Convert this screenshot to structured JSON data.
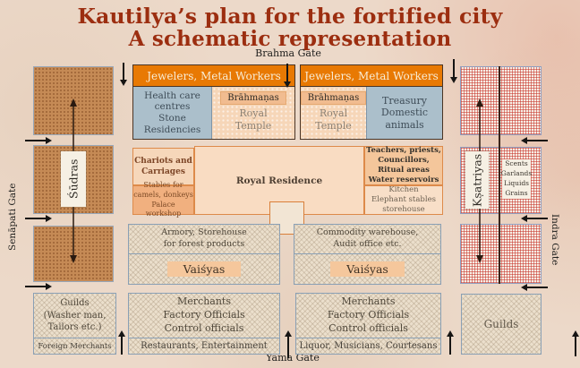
{
  "title": {
    "line1": "Kautilya’s plan for the fortified city",
    "line2": "A schematic representation"
  },
  "gates": {
    "north": "Brahma Gate",
    "south": "Yama Gate",
    "west": "Senāpati Gate",
    "east": "Indra Gate"
  },
  "west_quarter": {
    "label": "Śūdras"
  },
  "east_quarter": {
    "label": "Kṣatriyas",
    "shops": "Scents\nGarlands\nLiquids\nGrains"
  },
  "north_west_block": {
    "header": "Jewelers, Metal Workers",
    "health": "Health care\ncentres\nStone\nResidencies",
    "brahmanas": "Brāhmaṇas",
    "temple": "Royal\nTemple"
  },
  "north_east_block": {
    "header": "Jewelers, Metal Workers",
    "brahmanas": "Brāhmaṇas",
    "temple": "Royal\nTemple",
    "treasury": "Treasury\nDomestic\nanimals"
  },
  "royal_block": {
    "chariots": "Chariots and\nCarriages",
    "stables": "Stables for\ncamels, donkeys\nPalace workshop",
    "residence": "Royal Residence",
    "teachers": "Teachers, priests,\nCouncillors,\nRitual areas\nWater reservoirs",
    "kitchen": "Kitchen\nElephant stables\nstorehouse"
  },
  "vaisyas_west": {
    "facilities": "Armory, Storehouse\nfor forest products",
    "label": "Vaiśyas"
  },
  "vaisyas_east": {
    "facilities": "Commodity warehouse,\nAudit office etc.",
    "label": "Vaiśyas"
  },
  "south_row": {
    "guilds_west": {
      "main": "Guilds\n(Washer man,\nTailors etc.)",
      "sub": "Foreign Merchants"
    },
    "merchants_west": {
      "main": "Merchants\nFactory Officials\nControl officials",
      "sub": "Restaurants, Entertainment"
    },
    "merchants_east": {
      "main": "Merchants\nFactory Officials\nControl officials",
      "sub": "Liquor, Musicians, Courtesans"
    },
    "guilds_east": {
      "label": "Guilds"
    }
  },
  "colors": {
    "title": "#9c2e10",
    "header_orange": "#e87903",
    "blue_gray": "#abbfcb",
    "peach": "#f6d6b8",
    "sudras_brown": "#c58a55",
    "kshatriyas_red": "#c63026",
    "parchment": "#ecd9c9"
  }
}
